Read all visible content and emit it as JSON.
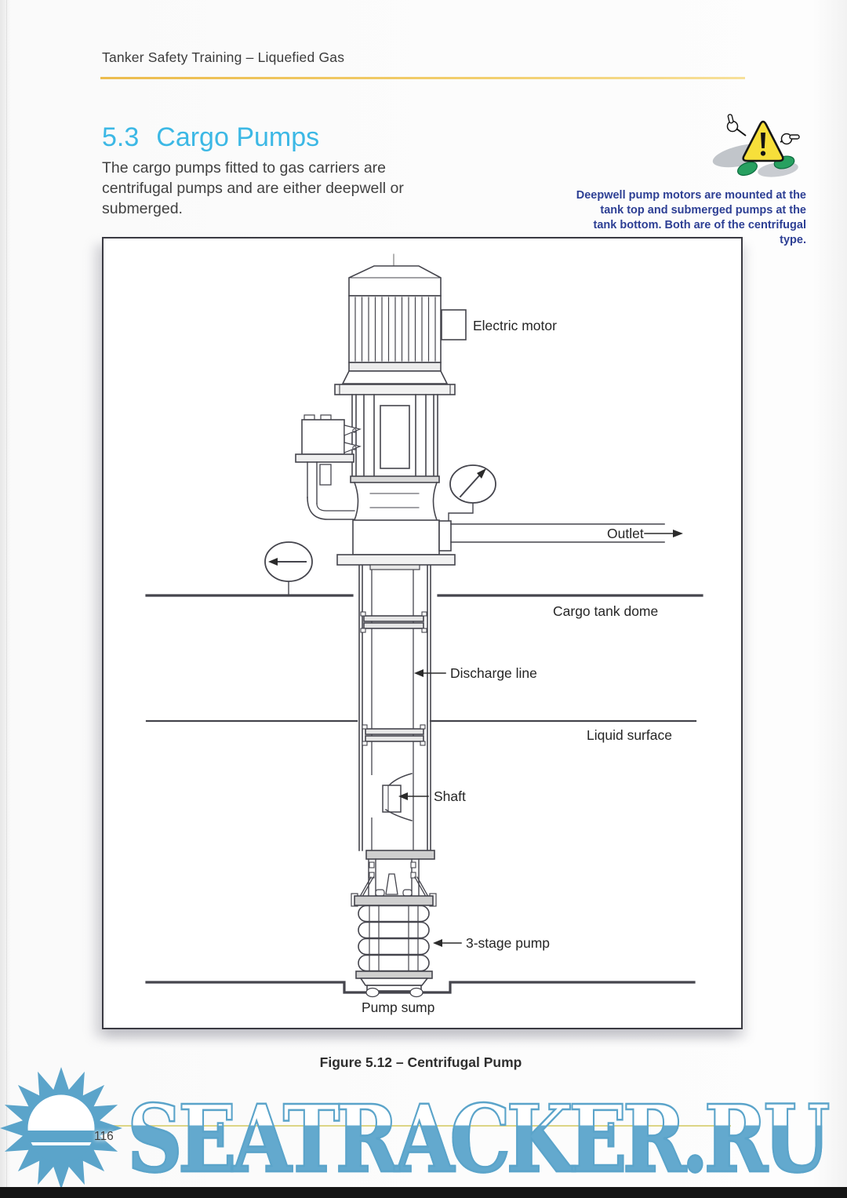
{
  "header": {
    "title": "Tanker Safety Training – Liquefied Gas"
  },
  "section": {
    "number": "5.3",
    "title": "Cargo Pumps"
  },
  "intro": "The cargo pumps fitted to gas carriers are centrifugal pumps and are either deepwell or submerged.",
  "note": "Deepwell pump motors are mounted at the tank top and submerged pumps at the tank bottom. Both are of the centrifugal type.",
  "labels": {
    "electric_motor": "Electric motor",
    "outlet": "Outlet",
    "cargo_tank_dome": "Cargo tank dome",
    "discharge_line": "Discharge line",
    "liquid_surface": "Liquid surface",
    "shaft": "Shaft",
    "three_stage_pump": "3-stage pump",
    "pump_sump": "Pump sump"
  },
  "figure": {
    "caption": "Figure 5.12 – Centrifugal Pump"
  },
  "footer": {
    "page_number": "116",
    "watermark": "SEATRACKER.RU"
  },
  "icons": {
    "warning": "warning-character-icon",
    "sun": "sun-logo-icon"
  },
  "colors": {
    "section_title": "#3cb8e5",
    "note_text": "#2d3f94",
    "header_rule": "#ecbc4e",
    "footer_rule": "#dcd585",
    "watermark_blue": "#5ba4ca",
    "warning_yellow": "#f7df3a",
    "shoe_green": "#27a060",
    "diagram_stroke": "#45454d"
  }
}
